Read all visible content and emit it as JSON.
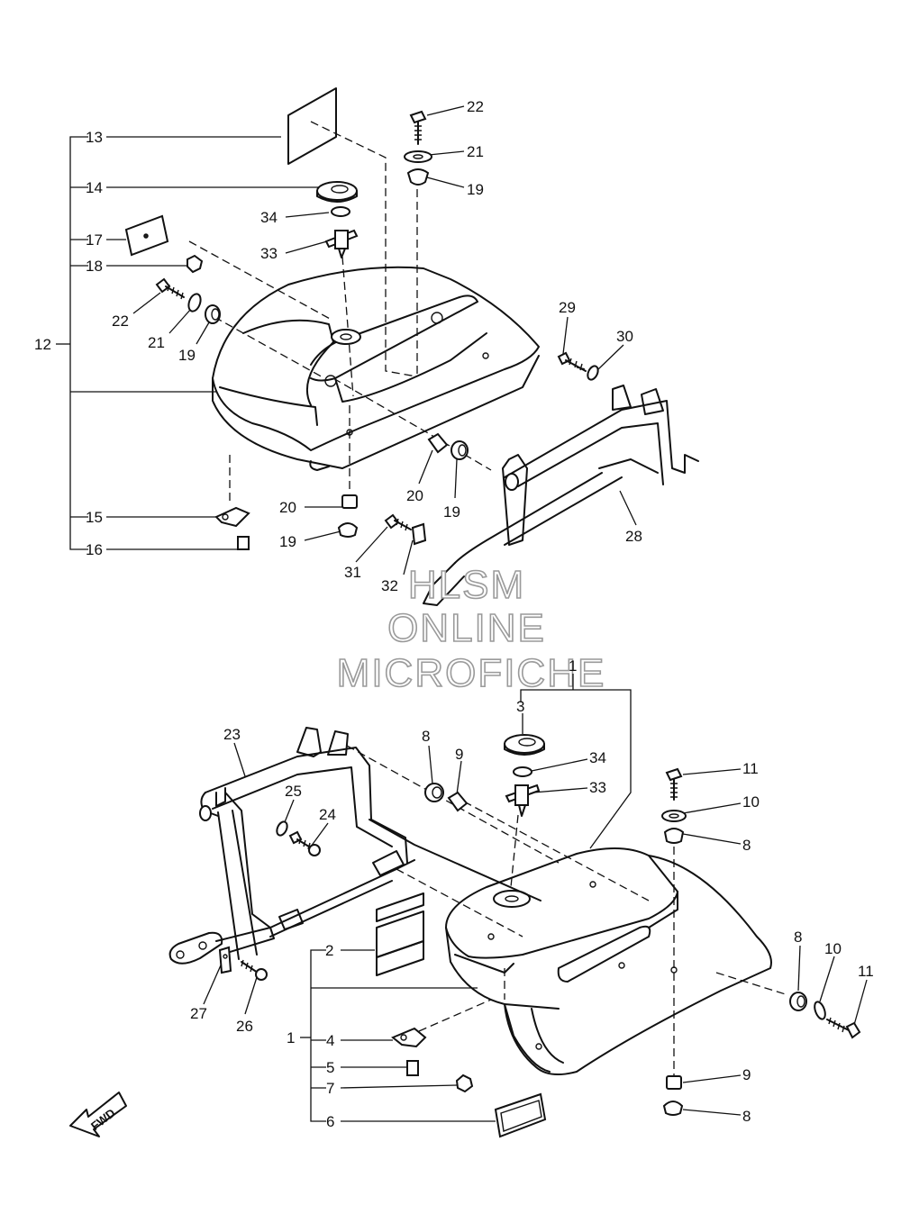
{
  "watermark": {
    "line1": "HLSM",
    "line2": "ONLINE",
    "line3": "MICROFICHE"
  },
  "fwd_label": "FWD",
  "callouts": {
    "upper": {
      "c13": "13",
      "c14": "14",
      "c17": "17",
      "c18": "18",
      "c12": "12",
      "c15": "15",
      "c16": "16",
      "c22a": "22",
      "c21a": "21",
      "c19a": "19",
      "c34a": "34",
      "c33a": "33",
      "c22b": "22",
      "c21b": "21",
      "c19b": "19",
      "c29": "29",
      "c30": "30",
      "c20a": "20",
      "c19c": "19",
      "c20b": "20",
      "c19d": "19",
      "c31": "31",
      "c32": "32",
      "c28": "28"
    },
    "lower": {
      "c1a": "1",
      "c3": "3",
      "c34": "34",
      "c33": "33",
      "c8a": "8",
      "c9a": "9",
      "c11a": "11",
      "c10a": "10",
      "c8b": "8",
      "c23": "23",
      "c25": "25",
      "c24": "24",
      "c2": "2",
      "c1b": "1",
      "c4": "4",
      "c5": "5",
      "c7": "7",
      "c6": "6",
      "c27": "27",
      "c26": "26",
      "c8c": "8",
      "c10b": "10",
      "c11b": "11",
      "c9b": "9",
      "c8d": "8"
    }
  }
}
